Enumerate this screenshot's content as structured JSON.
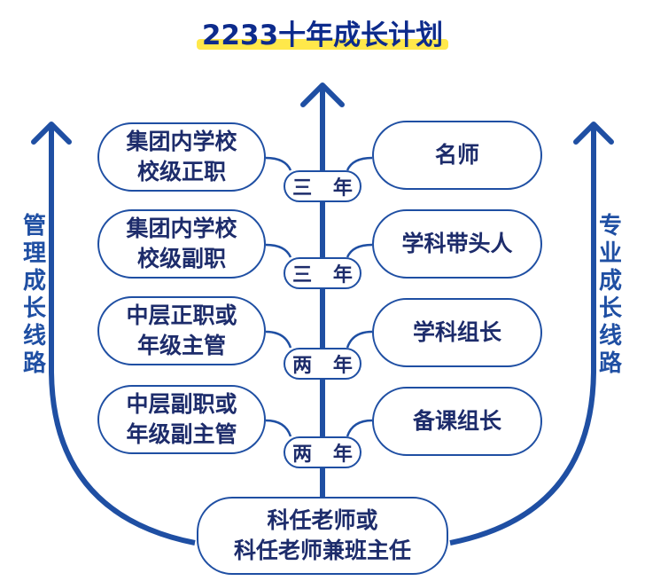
{
  "title": "2233十年成长计划",
  "left_path_label": "管理成长线路",
  "right_path_label": "专业成长线路",
  "management_levels": [
    {
      "line1": "集团内学校",
      "line2": "校级正职"
    },
    {
      "line1": "集团内学校",
      "line2": "校级副职"
    },
    {
      "line1": "中层正职或",
      "line2": "年级主管"
    },
    {
      "line1": "中层副职或",
      "line2": "年级副主管"
    }
  ],
  "professional_levels": [
    "名师",
    "学科带头人",
    "学科组长",
    "备课组长"
  ],
  "durations": [
    "三 年",
    "三 年",
    "两 年",
    "两 年"
  ],
  "base": {
    "line1": "科任老师或",
    "line2": "科任老师兼班主任"
  },
  "colors": {
    "line": "#1f4fa3",
    "text": "#1d2c6b",
    "title": "#0d2b8c",
    "highlight": "#ffe84a",
    "background_arc": "#1f4fa3"
  }
}
